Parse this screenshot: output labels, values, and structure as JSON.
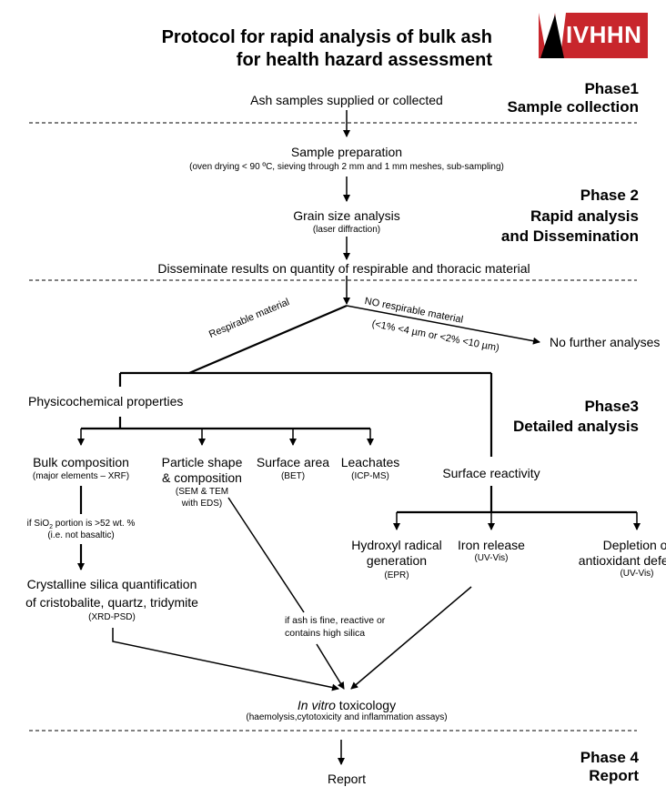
{
  "colors": {
    "logo_red": "#c8262c",
    "ink": "#000000",
    "background": "#ffffff"
  },
  "header": {
    "title_line1": "Protocol for rapid analysis of bulk ash",
    "title_line2": "for health hazard assessment",
    "logo_text": "IVHHN"
  },
  "phases": {
    "p1_label": "Phase1",
    "p1_name": "Sample collection",
    "p2_label": "Phase 2",
    "p2_line1": "Rapid analysis",
    "p2_line2": "and Dissemination",
    "p3_label": "Phase3",
    "p3_name": "Detailed analysis",
    "p4_label": "Phase 4",
    "p4_name": "Report"
  },
  "steps": {
    "ash_samples": "Ash samples supplied or collected",
    "sample_prep": "Sample preparation",
    "sample_prep_detail": "(oven drying < 90 ºC,  sieving through 2 mm and 1 mm meshes, sub-sampling)",
    "grain_size": "Grain size analysis",
    "grain_size_method": "(laser diffraction)",
    "disseminate": "Disseminate results on quantity of respirable and thoracic material",
    "respirable": "Respirable material",
    "no_respirable": "NO respirable material",
    "no_respirable_criteria": "(<1% <4 µm or <2% <10 µm)",
    "no_further": "No further analyses",
    "physchem": "Physicochemical properties",
    "bulk_comp": "Bulk composition",
    "bulk_comp_method": "(major elements  – XRF)",
    "particle_line1": "Particle shape",
    "particle_line2": "& composition",
    "particle_method1": "(SEM  & TEM",
    "particle_method2": "with EDS)",
    "surface_area": "Surface area",
    "surface_area_method": "(BET)",
    "leachates": "Leachates",
    "leachates_method": "(ICP-MS)",
    "surface_reactivity": "Surface reactivity",
    "sio2_prefix": "if SiO",
    "sio2_sub": "2",
    "sio2_suffix": " portion is >52 wt. %",
    "sio2_line2": "(i.e. not basaltic)",
    "cryst_line1": "Crystalline silica quantification",
    "cryst_line2": "of cristobalite, quartz, tridymite",
    "cryst_method": "(XRD-PSD)",
    "hydroxyl_line1": "Hydroxyl radical",
    "hydroxyl_line2": "generation",
    "hydroxyl_method": "(EPR)",
    "iron": "Iron release",
    "iron_method": "(UV-Vis)",
    "depletion_line1": "Depletion of",
    "depletion_line2": "antioxidant defenses",
    "depletion_method": "(UV-Vis)",
    "ash_fine_line1": "if ash is fine, reactive or",
    "ash_fine_line2": "contains high silica",
    "invitro_italic": "In vitro",
    "invitro_rest": " toxicology",
    "invitro_detail": "(haemolysis,cytotoxicity and inflammation assays)",
    "report": "Report"
  }
}
